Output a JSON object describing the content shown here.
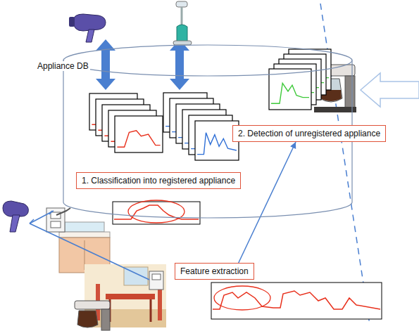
{
  "diagram": {
    "nodes": [
      {
        "text": [
          "Appliance DB"
        ]
      },
      {
        "text": [
          "1. Classification into registered appliance"
        ]
      },
      {
        "text": [
          "2. Detection of unregistered appliance"
        ]
      },
      {
        "text": [
          "Feature extraction"
        ]
      }
    ],
    "edges": [
      {
        "from": 3,
        "to": 2,
        "arrow": "to"
      }
    ]
  }
}
